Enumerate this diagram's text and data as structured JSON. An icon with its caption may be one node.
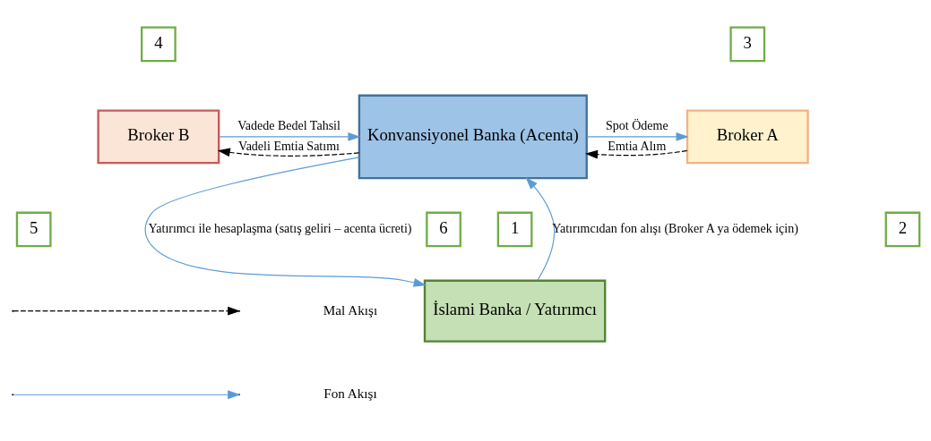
{
  "diagram": {
    "nodes": [
      {
        "text": [
          "Broker B"
        ]
      },
      {
        "text": [
          "Konvansiyonel Banka (Acenta)"
        ]
      },
      {
        "text": [
          "Broker A"
        ]
      },
      {
        "text": [
          "İslami Banka / Yatırımcı"
        ]
      },
      {
        "text": [
          "4"
        ]
      },
      {
        "text": [
          "3"
        ]
      },
      {
        "text": [
          "5"
        ]
      },
      {
        "text": [
          "2"
        ]
      },
      {
        "text": [
          "6"
        ]
      },
      {
        "text": [
          "1"
        ]
      }
    ],
    "edges": [
      {
        "from": 1,
        "to": 0,
        "arrow": "to",
        "label": "Vadeli Emtia Satımı",
        "style": "dashed",
        "color": "#000000"
      },
      {
        "from": 0,
        "to": 1,
        "arrow": "to",
        "label": "Vadede Bedel Tahsil"
      },
      {
        "from": 2,
        "to": 1,
        "arrow": "to",
        "label": "Emtia Alım",
        "style": "dashed",
        "color": "#000000"
      },
      {
        "from": 1,
        "to": 2,
        "arrow": "to",
        "label": "Spot Ödeme"
      },
      {
        "from": 1,
        "to": 3,
        "arrow": "to",
        "label": "Yatırımcı ile hesaplaşma (satış geliri – acenta ücreti)"
      },
      {
        "from": 3,
        "to": 1,
        "arrow": "to",
        "label": "Yatırımcıdan fon alışı (Broker A ya ödemek için)"
      }
    ],
    "legend": [
      {
        "text": "Mal Akışı"
      },
      {
        "text": "Fon Akışı"
      }
    ]
  }
}
